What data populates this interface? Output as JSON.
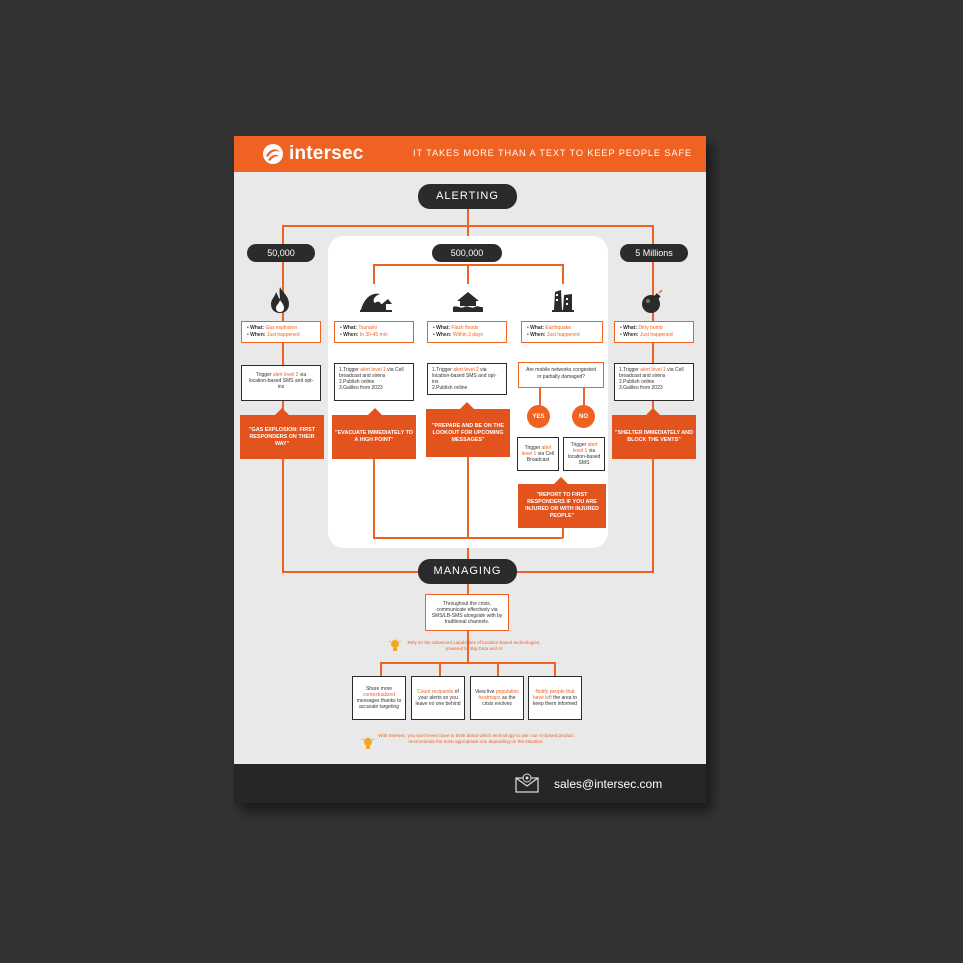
{
  "brand": {
    "name": "intersec",
    "tagline": "IT TAKES MORE THAN A TEXT TO KEEP PEOPLE SAFE",
    "accent": "#ef6221",
    "dark": "#2b2b2b"
  },
  "sections": {
    "alerting": "ALERTING",
    "managing": "MANAGING"
  },
  "scales": {
    "small": "50,000",
    "medium": "500,000",
    "large": "5 Millions"
  },
  "labels": {
    "what": "What:",
    "when": "When:"
  },
  "scenarios": {
    "gas": {
      "what": "Gas explosion",
      "when": "Just happened",
      "step_pre": "Trigger ",
      "step_hl": "alert level 2",
      "step_post": " via location-based SMS and opt-ins",
      "callout": "\"GAS EXPLOSION: FIRST RESPONDERS ON THEIR WAY\""
    },
    "tsunami": {
      "what": "Tsunami",
      "when": "In 30-45 min",
      "s1_pre": "1.Trigger ",
      "s1_hl": "alert level 1",
      "s1_post": " via Cell broadcast and sirens",
      "s2": "2.Publish online",
      "s3": "3.Galileo from 2023",
      "callout": "\"EVACUATE IMMEDIATELY TO A HIGH POINT\""
    },
    "flood": {
      "what": "Flash floods",
      "when": "Within 2 days",
      "s1_pre": "1.Trigger ",
      "s1_hl": "alert level 2",
      "s1_post": " via location-based SMS and opt-ins",
      "s2": "2.Publish online",
      "callout": "\"PREPARE AND BE ON THE LOOKOUT FOR UPCOMING MESSAGES\""
    },
    "quake": {
      "what": "Earthquake",
      "when": "Just happened",
      "question": "Are mobile networks congested or partially damaged?",
      "yes": "YES",
      "no": "NO",
      "yes_pre": "Trigger ",
      "yes_hl": "alert level 1",
      "yes_post": " via Cell Broadcast",
      "no_pre": "Trigger ",
      "no_hl": "alert level 1",
      "no_post": " via location-based SMS",
      "callout": "\"REPORT TO FIRST RESPONDERS IF YOU ARE INJURED OR WITH INJURED PEOPLE\""
    },
    "bomb": {
      "what": "Dirty bomb",
      "when": "Just happened",
      "s1_pre": "1.Trigger ",
      "s1_hl": "alert level 1",
      "s1_post": " via Cell broadcast and sirens",
      "s2": "2.Publish online",
      "s3": "3.Galileo from 2023",
      "callout": "\"SHELTER IMMEDIATELY AND BLOCK THE VENTS\""
    }
  },
  "managing": {
    "intro": "Throughout the crisis, communicate effectively via SMS/LB-SMS alongside with by traditional channels.",
    "tip1": "Rely on the advanced capabilities of location-based technologies, powered by Big Data and AI",
    "cards": [
      {
        "pre": "Share more ",
        "hl": "contextualized",
        "post": " messages thanks to accurate targeting"
      },
      {
        "pre": "",
        "hl": "Count recipients",
        "post": " of your alerts so you leave no one behind"
      },
      {
        "pre": "View live ",
        "hl": "population heatmaps",
        "post": " as the crisis evolves"
      },
      {
        "pre": "",
        "hl": "Notify people that have left",
        "post": " the area to keep them informed"
      }
    ],
    "tip2": "With Intersec, you won't even have to think about which technology to use: our AI-based product recommends the most appropriate one depending on the situation."
  },
  "footer": {
    "email": "sales@intersec.com"
  },
  "icons": [
    "intersec-logo-icon",
    "flame-icon",
    "tsunami-icon",
    "flood-house-icon",
    "earthquake-building-icon",
    "bomb-icon",
    "lightbulb-icon",
    "mail-icon"
  ]
}
